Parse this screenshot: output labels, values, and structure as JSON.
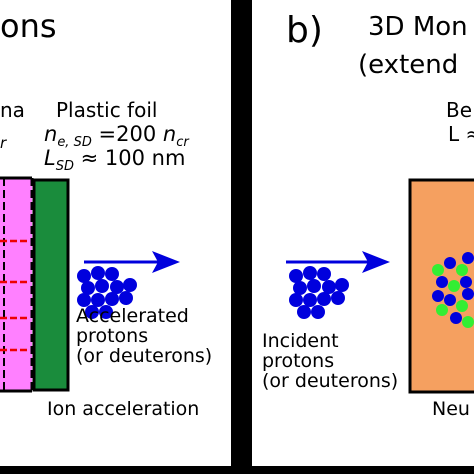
{
  "left_panel": {
    "title_fragment": "ons",
    "plasma_label_fragment": "na",
    "plasma_sub_fragment": "r",
    "foil": {
      "label": "Plastic foil",
      "density_var": "n",
      "density_sub": "e, SD",
      "density_eq": " =200 ",
      "density_unit_var": "n",
      "density_unit_sub": "cr",
      "thickness_var": "L",
      "thickness_sub": "SD",
      "thickness_eq": " ≈ 100 nm"
    },
    "accelerated_label_1": "Accelerated",
    "accelerated_label_2": "protons",
    "accelerated_label_3": "(or deuterons)",
    "caption": "Ion acceleration"
  },
  "right_panel": {
    "panel_letter": "b)",
    "title_line1": "3D Mon",
    "title_line2": "(extend",
    "be_label": "Be",
    "length_label": "L ≈",
    "incident_label_1": "Incident",
    "incident_label_2": "protons",
    "incident_label_3": "(or deuterons)",
    "caption_fragment": "Neu"
  },
  "colors": {
    "plasma": "#ff80ff",
    "foil": "#1a8c3c",
    "laser_line": "#ee0000",
    "proton": "#0000dd",
    "arrow": "#0000dd",
    "target": "#f5a060",
    "neutron": "#33ee33",
    "frame": "#000000"
  }
}
